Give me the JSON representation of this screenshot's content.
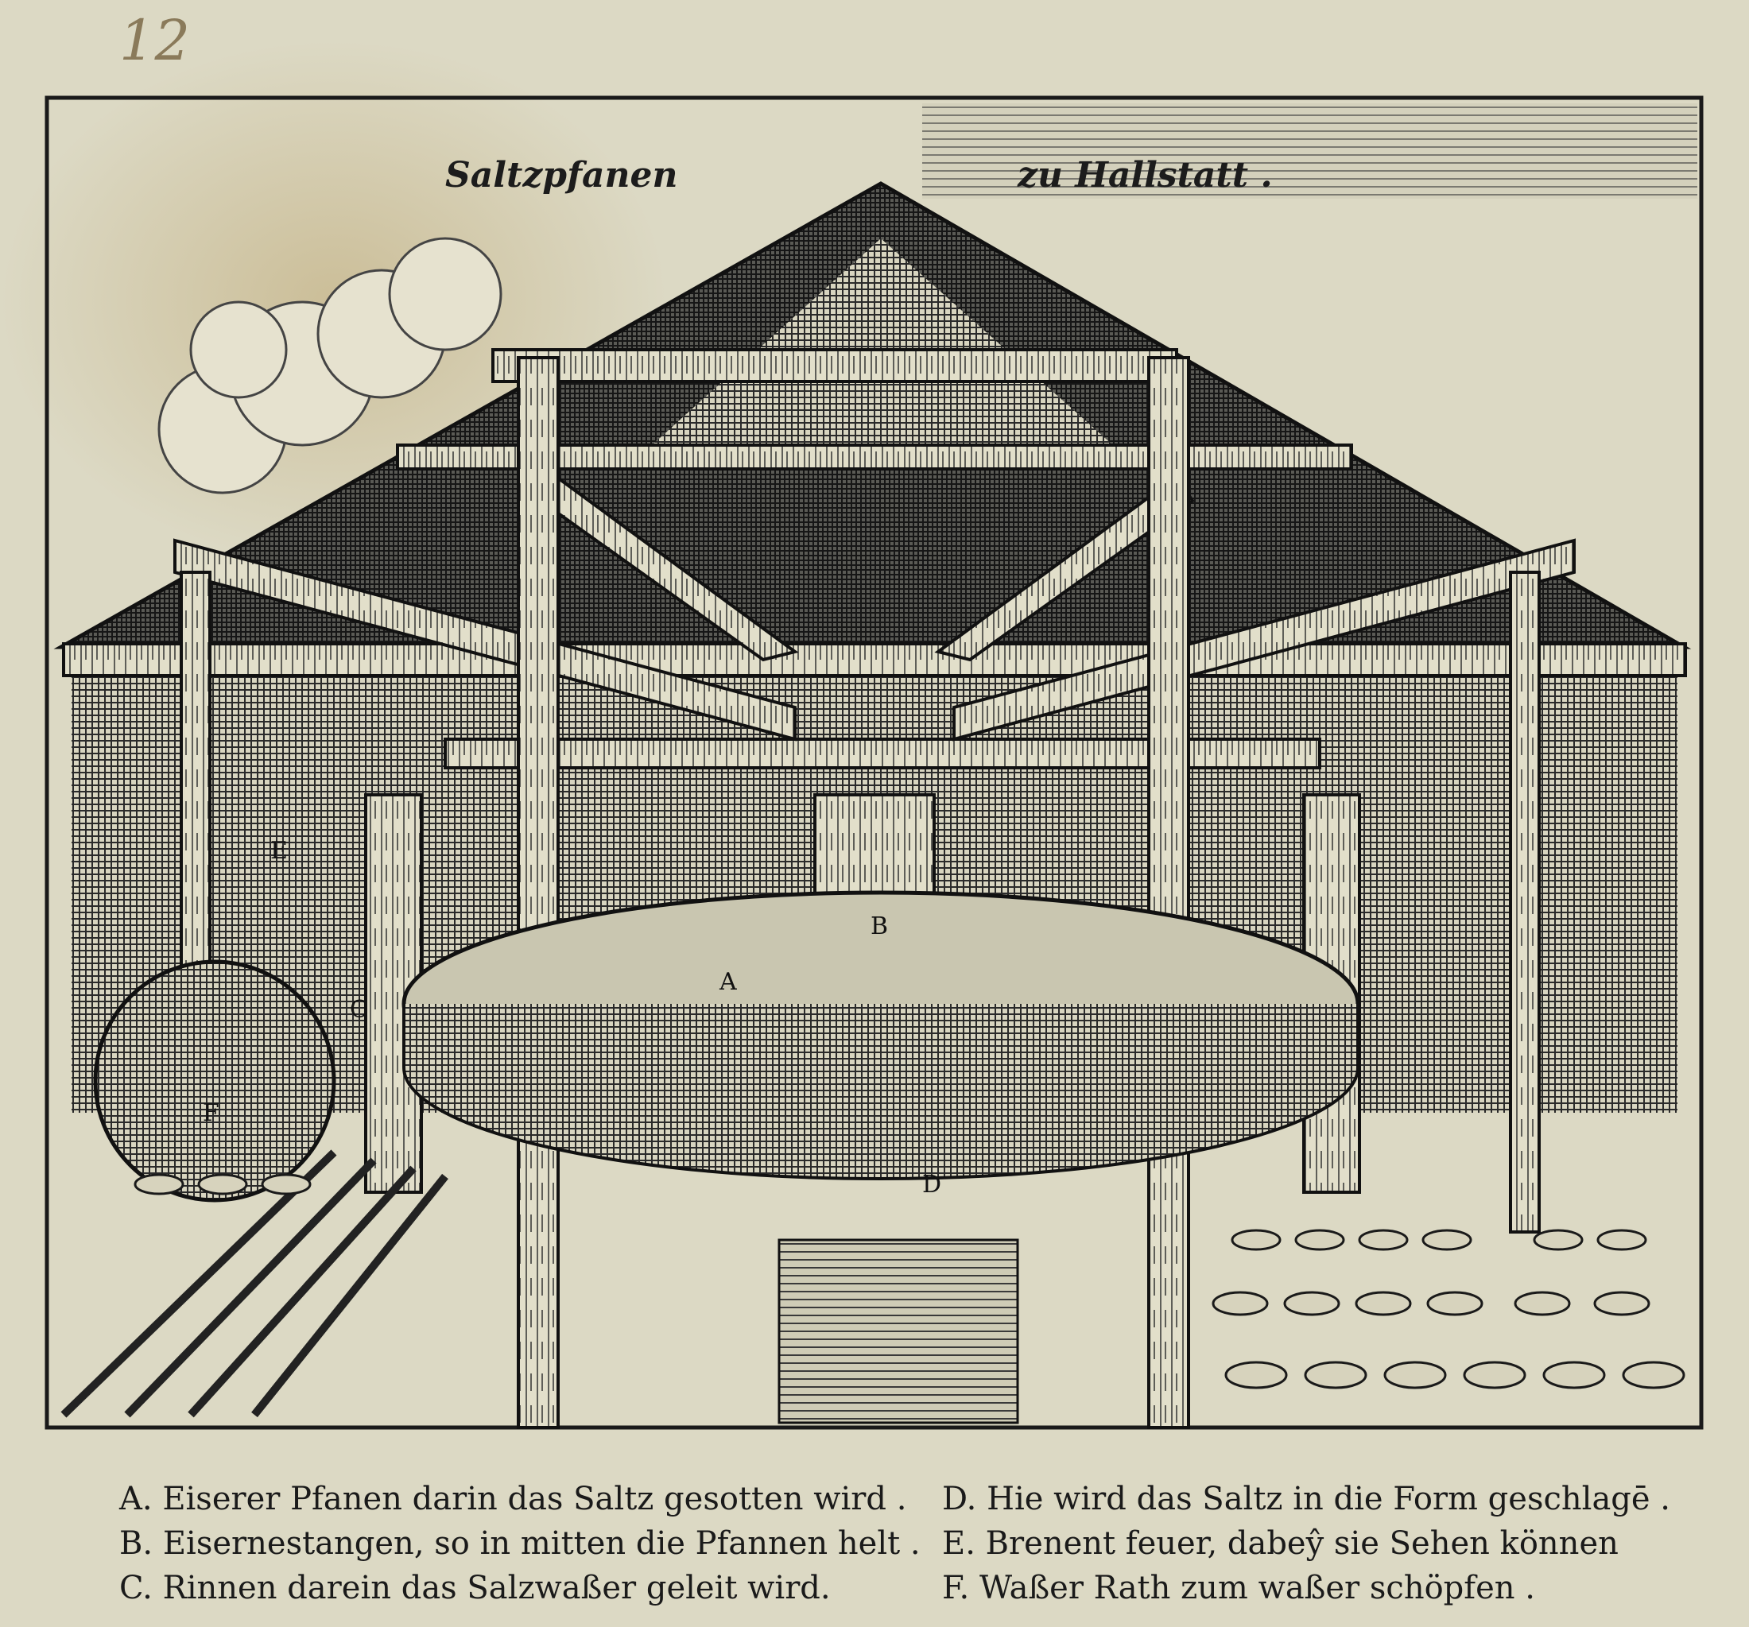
{
  "page_number": "12",
  "title": {
    "left": "Saltzpfanen",
    "right": "zu Hallstatt ."
  },
  "picture_labels": [
    "A",
    "B",
    "C",
    "D",
    "E",
    "F"
  ],
  "legend": {
    "left": [
      "A. Eiserer Pfanen darin das Saltz gesotten wird .",
      "B. Eisernestangen, so in mitten die Pfannen helt .",
      "C. Rinnen darein das Salzwaßer geleit wird."
    ],
    "right": [
      "D. Hie wird das Saltz in die Form geschlagē .",
      "E. Brenent feuer, dabeŷ sie Sehen   können",
      "F. Waßer Rath zum waßer schöpfen ."
    ]
  },
  "colors": {
    "paper": "#dcd9c4",
    "ink": "#1c1c1c",
    "stain": "#c9b98c"
  }
}
